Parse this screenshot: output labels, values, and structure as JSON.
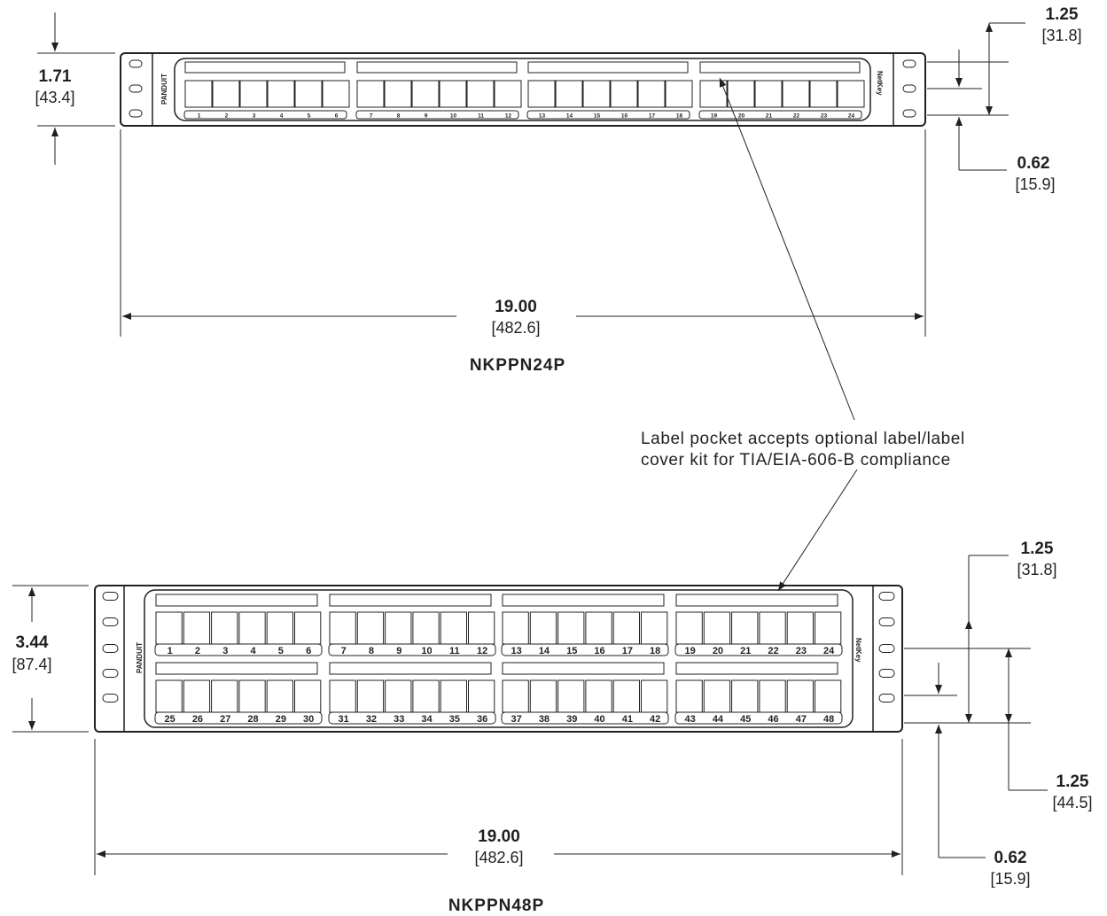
{
  "colors": {
    "line": "#231f20",
    "background": "#ffffff"
  },
  "icons": [
    "panduit-logo-icon",
    "netkey-logo-icon",
    "mounting-slot-icon",
    "dimension-arrow-icon"
  ],
  "panel24": {
    "model": "NKPPN24P",
    "brand_left": "PANDUIT",
    "brand_right": "NetKey",
    "height": {
      "in": "1.71",
      "mm": "[43.4]"
    },
    "width": {
      "in": "19.00",
      "mm": "[482.6]"
    },
    "hole_spacing": {
      "in": "1.25",
      "mm": "[31.8]"
    },
    "hole_offset": {
      "in": "0.62",
      "mm": "[15.9]"
    },
    "port_labels": [
      "1",
      "2",
      "3",
      "4",
      "5",
      "6",
      "7",
      "8",
      "9",
      "10",
      "11",
      "12",
      "13",
      "14",
      "15",
      "16",
      "17",
      "18",
      "19",
      "20",
      "21",
      "22",
      "23",
      "24"
    ]
  },
  "panel48": {
    "model": "NKPPN48P",
    "brand_left": "PANDUIT",
    "brand_right": "NetKey",
    "height": {
      "in": "3.44",
      "mm": "[87.4]"
    },
    "width": {
      "in": "19.00",
      "mm": "[482.6]"
    },
    "hole_spacing_a": {
      "in": "1.25",
      "mm": "[31.8]"
    },
    "hole_spacing_b": {
      "in": "1.25",
      "mm": "[44.5]"
    },
    "hole_offset": {
      "in": "0.62",
      "mm": "[15.9]"
    },
    "port_labels_top": [
      "1",
      "2",
      "3",
      "4",
      "5",
      "6",
      "7",
      "8",
      "9",
      "10",
      "11",
      "12",
      "13",
      "14",
      "15",
      "16",
      "17",
      "18",
      "19",
      "20",
      "21",
      "22",
      "23",
      "24"
    ],
    "port_labels_bottom": [
      "25",
      "26",
      "27",
      "28",
      "29",
      "30",
      "31",
      "32",
      "33",
      "34",
      "35",
      "36",
      "37",
      "38",
      "39",
      "40",
      "41",
      "42",
      "43",
      "44",
      "45",
      "46",
      "47",
      "48"
    ]
  },
  "callout": {
    "line1": "Label pocket accepts optional label/label",
    "line2": "cover kit for TIA/EIA-606-B compliance"
  }
}
